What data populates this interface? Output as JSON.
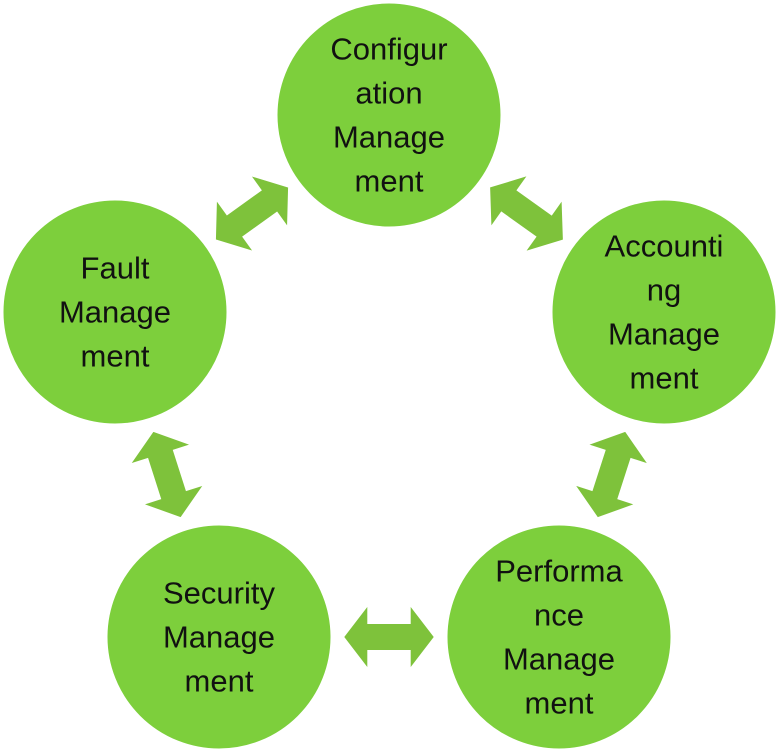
{
  "colors": {
    "node_fill": "#7dcf3c",
    "node_stroke": "#ffffff",
    "arrow_fill": "#7ec23b",
    "arrow_stroke": "#ffffff",
    "text": "#111111"
  },
  "nodes": [
    {
      "id": "configuration",
      "lines": [
        "Configur",
        "ation",
        "Manage",
        "ment"
      ]
    },
    {
      "id": "accounting",
      "lines": [
        "Accounti",
        "ng",
        "Manage",
        "ment"
      ]
    },
    {
      "id": "performance",
      "lines": [
        "Performa",
        "nce",
        "Manage",
        "ment"
      ]
    },
    {
      "id": "security",
      "lines": [
        "Security",
        "Manage",
        "ment"
      ]
    },
    {
      "id": "fault",
      "lines": [
        "Fault",
        "Manage",
        "ment"
      ]
    }
  ],
  "connections": [
    {
      "from": "fault",
      "to": "configuration"
    },
    {
      "from": "configuration",
      "to": "accounting"
    },
    {
      "from": "accounting",
      "to": "performance"
    },
    {
      "from": "performance",
      "to": "security"
    },
    {
      "from": "security",
      "to": "fault"
    }
  ]
}
